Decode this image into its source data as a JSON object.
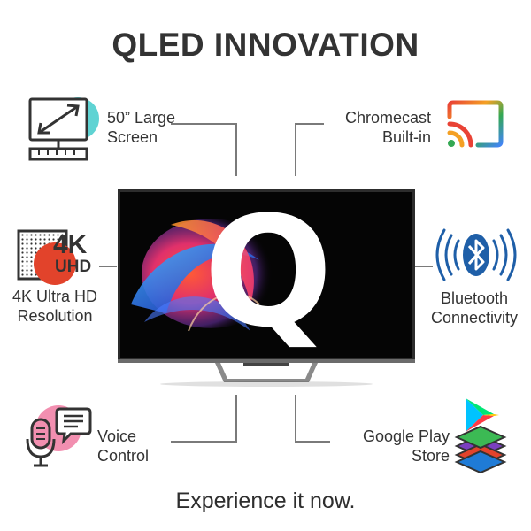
{
  "title": "QLED INNOVATION",
  "tagline": "Experience it now.",
  "tv": {
    "logo_letter": "Q"
  },
  "features": {
    "large_screen": {
      "line1": "50” Large",
      "line2": "Screen",
      "icon": "monitor-icon"
    },
    "chromecast": {
      "line1": "Chromecast",
      "line2": "Built-in",
      "icon": "chromecast-icon"
    },
    "uhd": {
      "line1": "4K Ultra HD",
      "line2": "Resolution",
      "badge_top": "4K",
      "badge_bottom": "UHD",
      "icon": "4k-uhd-icon"
    },
    "bluetooth": {
      "line1": "Bluetooth",
      "line2": "Connectivity",
      "icon": "bluetooth-icon"
    },
    "voice": {
      "line1": "Voice",
      "line2": "Control",
      "icon": "microphone-icon"
    },
    "google_play": {
      "line1": "Google Play",
      "line2": "Store",
      "icon": "google-play-icon"
    }
  },
  "colors": {
    "accent_teal": "#5fd3d3",
    "accent_pink": "#f28fb0",
    "accent_red": "#e2432b",
    "bluetooth_blue": "#1f5fa8"
  }
}
